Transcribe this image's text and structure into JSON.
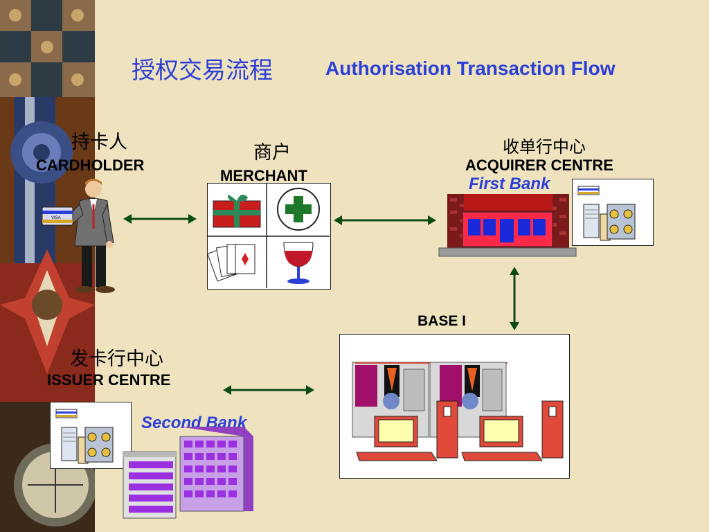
{
  "title": {
    "chinese": "授权交易流程",
    "english": "Authorisation Transaction Flow"
  },
  "nodes": {
    "cardholder": {
      "label_cn": "持卡人",
      "label_en": "CARDHOLDER",
      "card_text": "VISA"
    },
    "merchant": {
      "label_cn": "商户",
      "label_en": "MERCHANT"
    },
    "acquirer": {
      "label_cn": "收单行中心",
      "label_en": "ACQUIRER CENTRE",
      "bank_name": "First Bank"
    },
    "base": {
      "label_en": "BASE I"
    },
    "issuer": {
      "label_cn": "发卡行中心",
      "label_en": "ISSUER CENTRE",
      "bank_name": "Second Bank"
    }
  },
  "colors": {
    "title": "#2b3fd8",
    "arrow": "#0b4a12",
    "background": "#efe3bf"
  }
}
